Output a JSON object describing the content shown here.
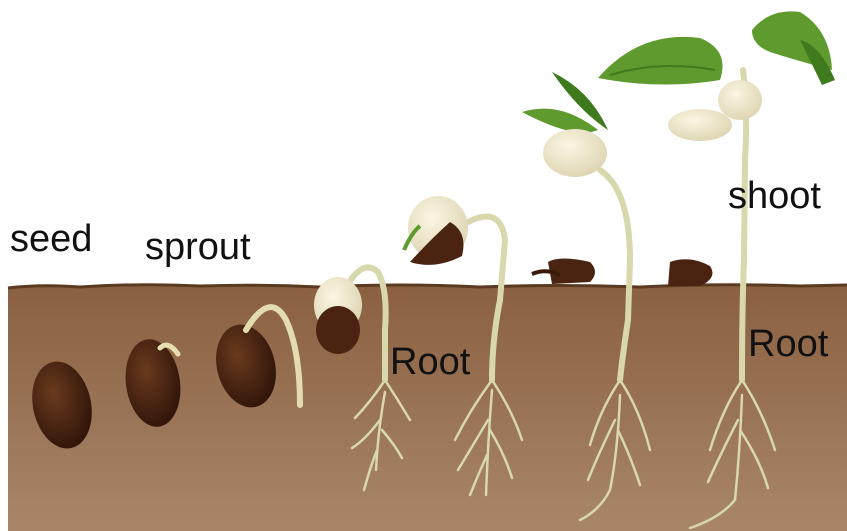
{
  "labels": {
    "seed": "seed",
    "sprout": "sprout",
    "root_left": "Root",
    "root_right": "Root",
    "shoot": "shoot"
  },
  "colors": {
    "soil_top": "#8a6040",
    "soil_bottom": "#9e7a58",
    "seed_coat": "#4a2410",
    "cotyledon": "#efe8cc",
    "stem": "#d9d7ac",
    "leaf": "#5e9a2e",
    "leaf_dark": "#3f7a1f"
  },
  "stages": [
    "seed",
    "seed",
    "sprout",
    "sprout",
    "seedling",
    "seedling",
    "plant"
  ]
}
